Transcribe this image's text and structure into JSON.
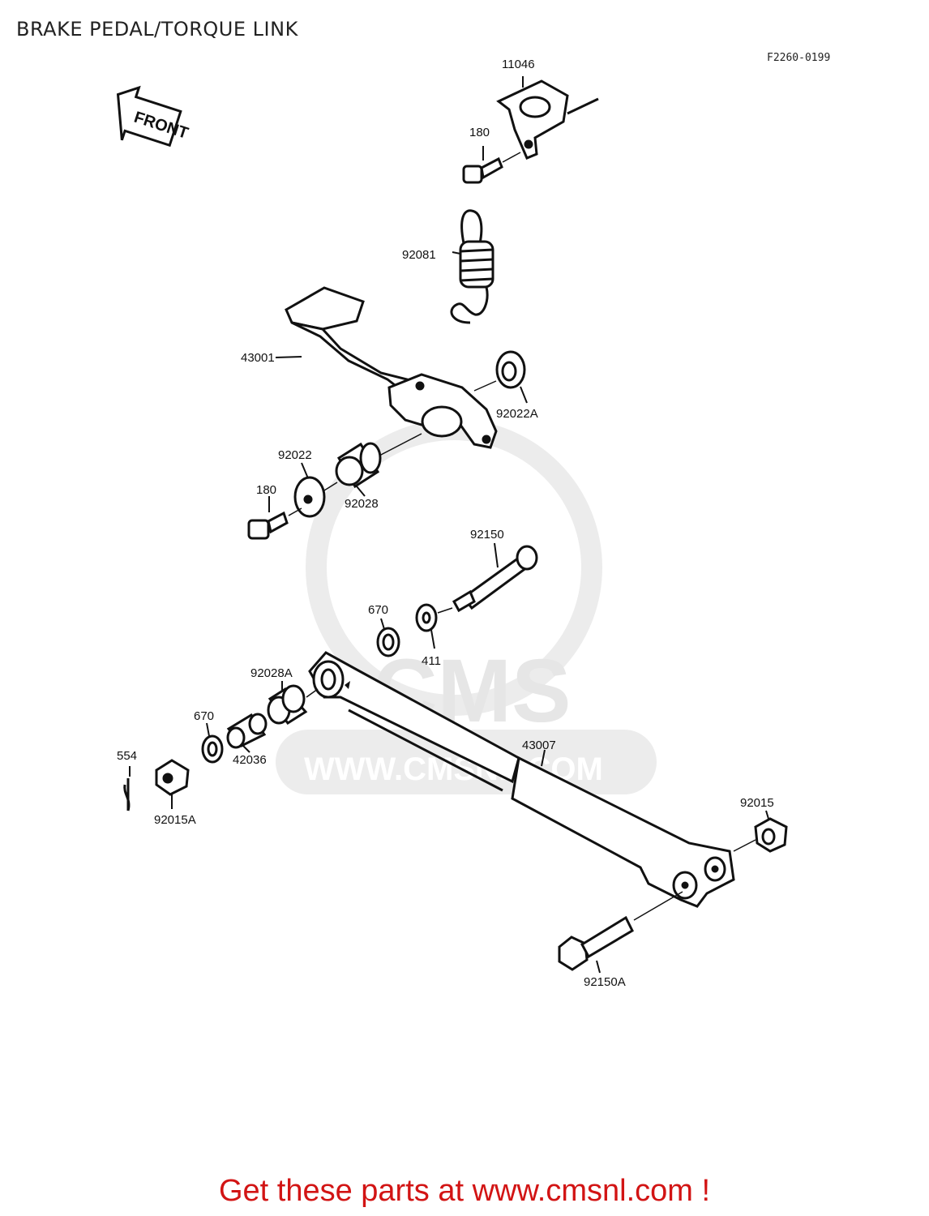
{
  "title": "BRAKE PEDAL/TORQUE LINK",
  "figure_code": "F2260-0199",
  "front_arrow_label": "FRONT",
  "watermark": {
    "brand": "CMS",
    "url": "WWW.CMSNL.COM"
  },
  "footer": "Get these parts at www.cmsnl.com !",
  "parts": {
    "p11046": "11046",
    "p180_top": "180",
    "p92081": "92081",
    "p43001": "43001",
    "p92022A": "92022A",
    "p92022": "92022",
    "p180_mid": "180",
    "p92028": "92028",
    "p92150": "92150",
    "p670_top": "670",
    "p411": "411",
    "p92028A": "92028A",
    "p670_left": "670",
    "p42036": "42036",
    "p554": "554",
    "p92015A": "92015A",
    "p43007": "43007",
    "p92015": "92015",
    "p92150A": "92150A"
  }
}
